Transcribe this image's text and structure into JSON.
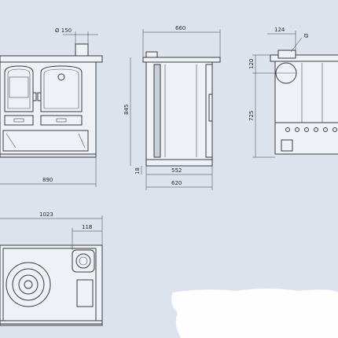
{
  "front_view": {
    "flue_label": "Ø 150",
    "width_label": "890"
  },
  "side_view": {
    "depth_label": "660",
    "height_label": "845",
    "foot_label": "18",
    "inner_depth_label": "552",
    "base_depth_label": "620"
  },
  "rear_view": {
    "offset_label": "124",
    "pipe_label": "Ø",
    "pipe_height_label": "120",
    "flue_height_label": "725"
  },
  "top_view": {
    "width_label": "1023",
    "offset_label": "118"
  },
  "colors": {
    "background": "#dde3ec",
    "line": "#3a3a44",
    "panel": "#eef1f5"
  }
}
